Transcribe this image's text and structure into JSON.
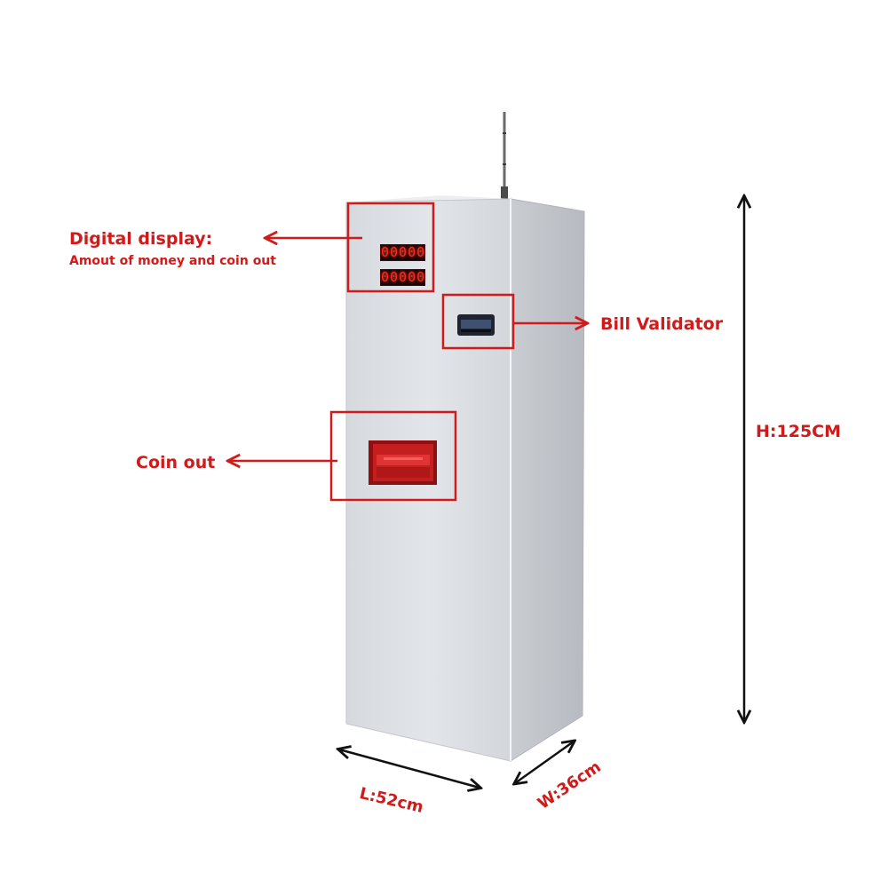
{
  "annotations": {
    "digital_display": {
      "title": "Digital display:",
      "subtitle": "Amout of money and coin out",
      "readouts": [
        "00000",
        "00000"
      ]
    },
    "bill_validator": {
      "label": "Bill Validator"
    },
    "coin_out": {
      "label": "Coin out"
    }
  },
  "dimensions": {
    "height": "H:125CM",
    "length": "L:52cm",
    "width": "W:36cm"
  },
  "colors": {
    "annotation": "#d11a1a",
    "cabinet": "#dcdfe3",
    "led": "#ff2a1a"
  }
}
